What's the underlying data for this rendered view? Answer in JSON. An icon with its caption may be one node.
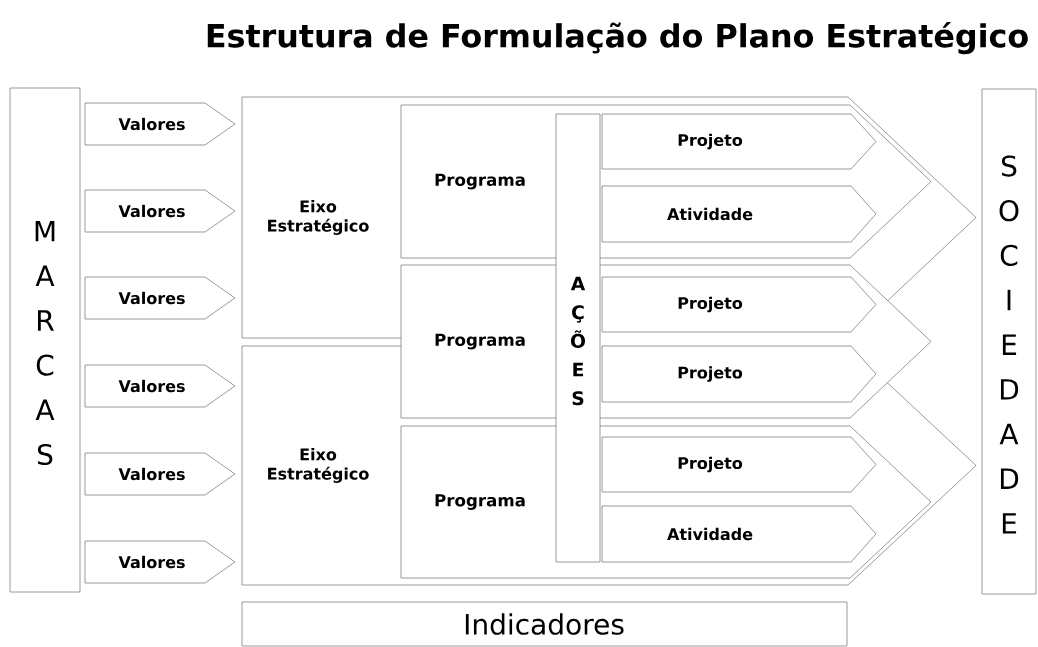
{
  "diagram": {
    "title": "Estrutura de Formulação do Plano Estratégico",
    "nodes": [
      {
        "text": [
          "M A R C A S"
        ]
      },
      {
        "text": [
          "Valores"
        ]
      },
      {
        "text": [
          "Valores"
        ]
      },
      {
        "text": [
          "Valores"
        ]
      },
      {
        "text": [
          "Valores"
        ]
      },
      {
        "text": [
          "Valores"
        ]
      },
      {
        "text": [
          "Valores"
        ]
      },
      {
        "text": [
          "Eixo Estratégico"
        ]
      },
      {
        "text": [
          "Eixo Estratégico"
        ]
      },
      {
        "text": [
          "Programa"
        ],
        "in": 7
      },
      {
        "text": [
          "Programa"
        ]
      },
      {
        "text": [
          "Programa"
        ],
        "in": 8
      },
      {
        "text": [
          "A Ç Õ E S"
        ]
      },
      {
        "text": [
          "Projeto"
        ],
        "in": 9
      },
      {
        "text": [
          "Atividade"
        ],
        "in": 9
      },
      {
        "text": [
          "Projeto"
        ]
      },
      {
        "text": [
          "Projeto"
        ]
      },
      {
        "text": [
          "Projeto"
        ],
        "in": 11
      },
      {
        "text": [
          "Atividade"
        ],
        "in": 11
      },
      {
        "text": [
          "S O C I E D A D E"
        ]
      },
      {
        "text": [
          "Indicadores"
        ]
      }
    ]
  }
}
